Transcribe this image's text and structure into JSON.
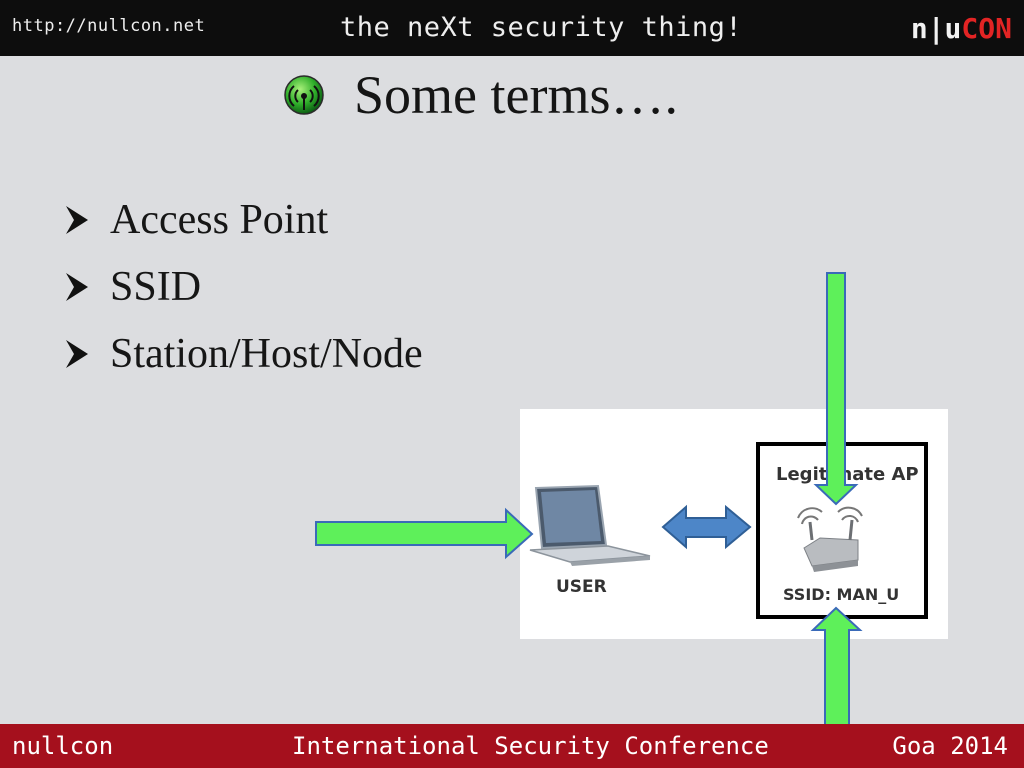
{
  "header": {
    "url": "http://nullcon.net",
    "tagline": "the neXt security thing!",
    "logo_left": "n|u",
    "logo_right": "CON"
  },
  "slide": {
    "title": "Some terms….",
    "bullets": [
      "Access Point",
      "SSID",
      "Station/Host/Node"
    ]
  },
  "diagram": {
    "user_label": "USER",
    "ap_title": "Legitimate AP",
    "ssid_label": "SSID: MAN_U"
  },
  "footer": {
    "left": "nullcon",
    "center": "International Security Conference",
    "right": "Goa 2014"
  },
  "colors": {
    "header_bg": "#0d0d0d",
    "footer_bg": "#a5101d",
    "slide_bg": "#dcdde0",
    "arrow_green": "#5ef05a",
    "arrow_outline": "#3a6ab8",
    "double_arrow": "#4d86c8"
  }
}
